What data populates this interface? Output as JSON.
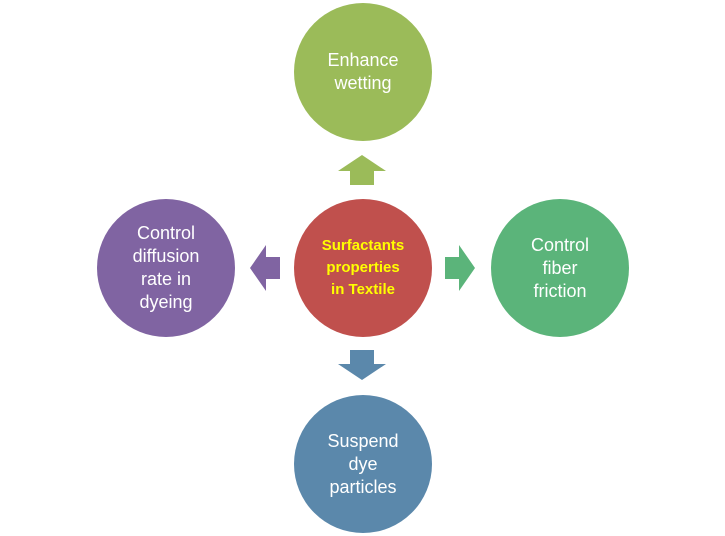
{
  "colors": {
    "center": "#c0504d",
    "top": "#9bbb59",
    "right": "#4eaf6d",
    "bottom": "#4f81bd",
    "left": "#8064a2"
  },
  "center": {
    "label": "Surfactants\nproperties\nin Textile"
  },
  "top": {
    "label": "Enhance\nwetting"
  },
  "right": {
    "label": "Control\nfiber\nfriction"
  },
  "bottom": {
    "label": "Suspend\ndye\nparticles"
  },
  "left": {
    "label": "Control\ndiffusion\nrate in\ndyeing"
  }
}
